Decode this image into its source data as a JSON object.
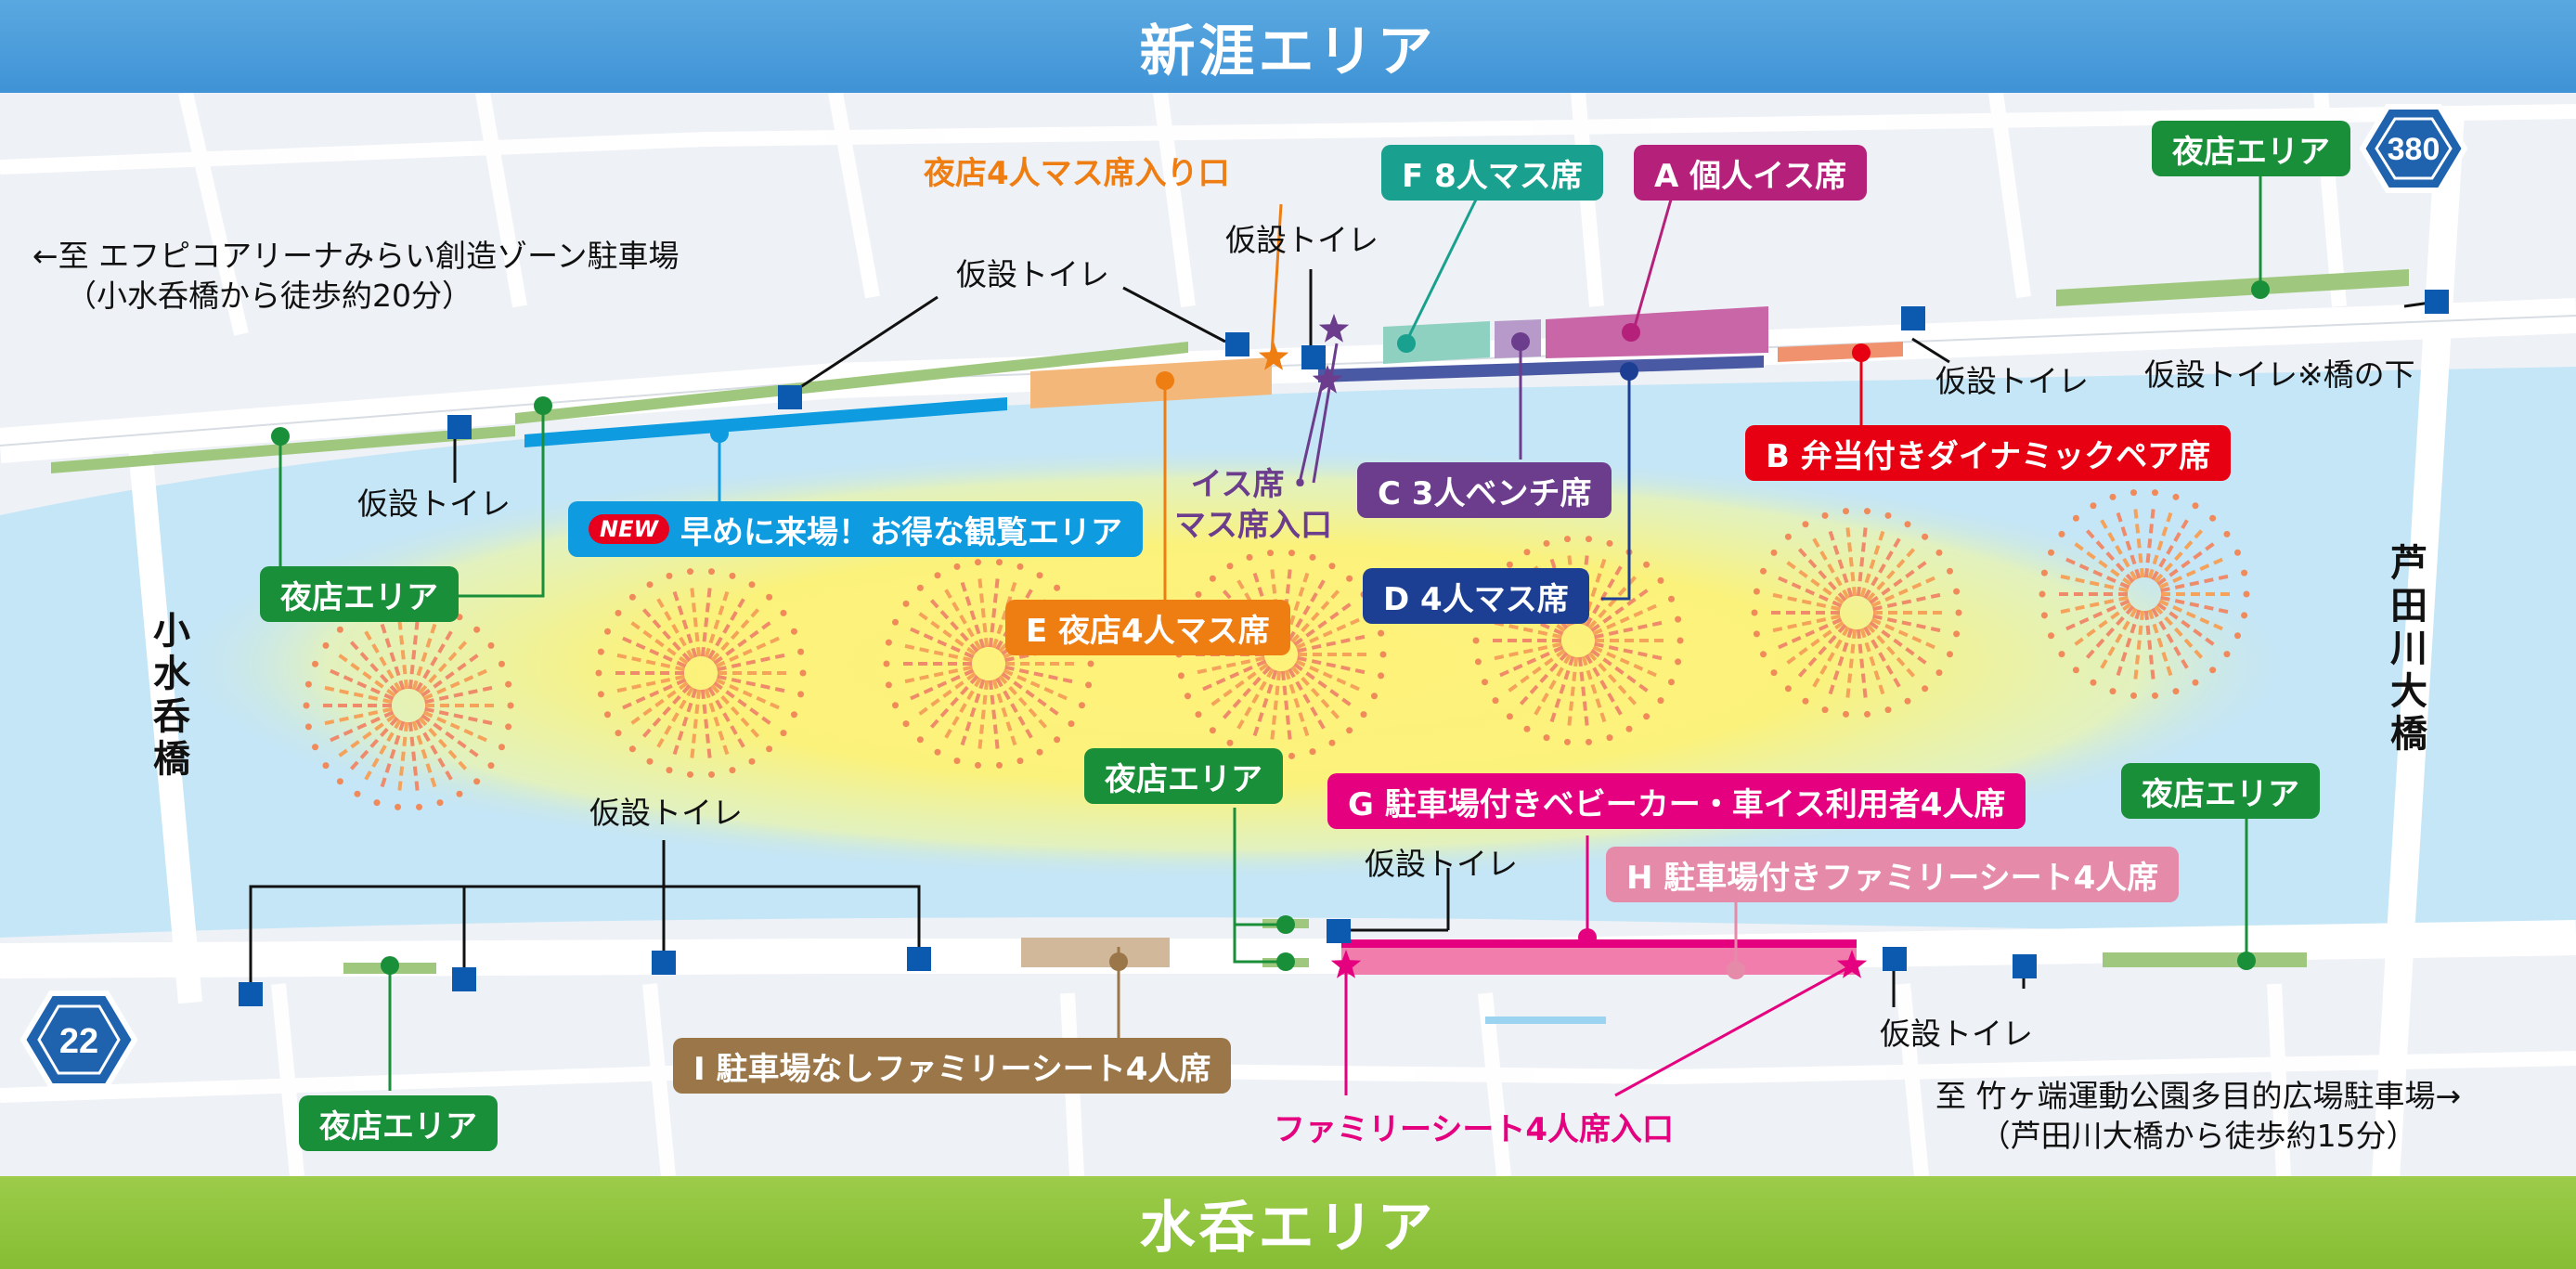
{
  "areas": {
    "top": "新涯エリア",
    "bottom": "水呑エリア"
  },
  "bridges": {
    "left": "小水呑橋",
    "right": "芦田川大橋"
  },
  "routes": {
    "top": "380",
    "bottom": "22"
  },
  "parking": {
    "left_line1": "←至 エフピコアリーナみらい創造ゾーン駐車場",
    "left_line2": "（小水呑橋から徒歩約20分）",
    "right_line1": "至 竹ヶ端運動公園多目的広場駐車場→",
    "right_line2": "（芦田川大橋から徒歩約15分）"
  },
  "seats": {
    "A": "A 個人イス席",
    "B": "B 弁当付きダイナミックペア席",
    "C": "C 3人ベンチ席",
    "D": "D 4人マス席",
    "E": "E 夜店4人マス席",
    "F": "F 8人マス席",
    "G": "G 駐車場付きベビーカー・車イス利用者4人席",
    "H": "H 駐車場付きファミリーシート4人席",
    "I": "I 駐車場なしファミリーシート4人席"
  },
  "early": {
    "badge": "NEW",
    "label": "早めに来場！お得な観覧エリア"
  },
  "stalls": "夜店エリア",
  "toilet": "仮設トイレ",
  "toilet_bridge": "仮設トイレ※橋の下",
  "entrances": {
    "yomise": "夜店4人マス席入り口",
    "chair_line1": "イス席・",
    "chair_line2": "マス席入口",
    "family": "ファミリーシート4人席入口"
  },
  "colors": {
    "A": "#b5217a",
    "B": "#e60012",
    "C": "#6b3d8c",
    "D": "#1c3f94",
    "E": "#ee7d12",
    "F": "#1aa08e",
    "G": "#e4007f",
    "H": "#e58aa8",
    "I": "#9a7648",
    "stall": "#1a8f3a",
    "early": "#0e9be0",
    "toilet": "#0b5ab0"
  }
}
